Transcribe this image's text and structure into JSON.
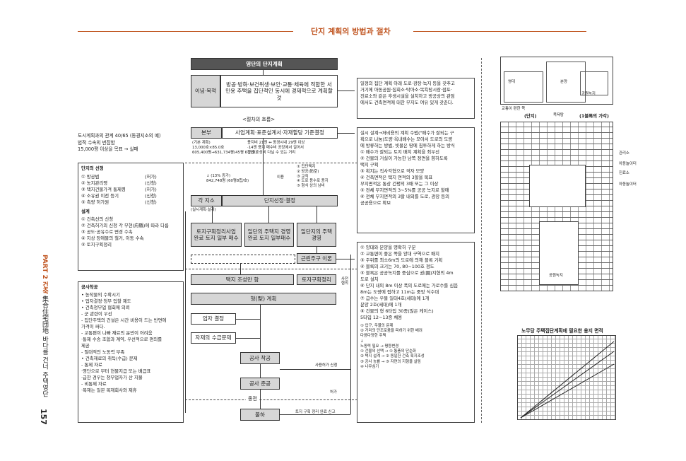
{
  "header": {
    "title": "단지 계획의 방법과 절차"
  },
  "sidebar": {
    "part": "PART 2 건축",
    "subtitle": "集合住宅団地 바다를 건너 주택영단",
    "page": "157"
  },
  "flow": {
    "top_title": "영단의 단지계획",
    "ideal_label": "이념·목적",
    "ideal_text": "방공·방화·보건위생·보안·교통·체육에 적합한 서민용 주택을 집단적인 동시에 경제적으로 계획할 것",
    "process_label": "<절차의 흐름>",
    "hq": "본부",
    "hq_work": "사업계획·표준설계서·자재할당 기준결정",
    "branch": "각 지소",
    "branch_note": "(실시계획·설계)",
    "site": "단지선정·결정",
    "col1": "토지구획정리사업 완료 토지 일부 매수",
    "col2": "일단의 주택지 경영 완료 토지 일부매수",
    "col3": "일단지의 주택 경영",
    "near": "근린주구 이론",
    "develop": "택지 조성만 함",
    "readjust": "토지구획정리",
    "plan": "형(型) 계획",
    "sub_decide": "업자 결정",
    "materials": "자재의 수급문제",
    "start": "공사 착공",
    "complete": "공사 준공",
    "end": "종전",
    "sale": "불하",
    "side_note": "사전 협의",
    "start_permit": "사용허가 신청",
    "permit": "허가",
    "report": "토지 구획 정리 완료 신고",
    "sm_top": [
      "(기본 계획)",
      "13,000호×85.0호",
      "605,400평→631,734평(45평 6합/호)"
    ],
    "sm_mid": [
      "용지비 21엔 ↔ 동경시내 29엔 이상",
      "·14엔 용지 매수비   공장에서 걸어서",
      "·7엔 조성비            다닐 수 있는 거리"
    ],
    "sm_inc": [
      "↓ (13% 증가)",
      "842,748평 (60평8합/호)"
    ],
    "sm_right": [
      "① 집단택지",
      "② 방공(防空)",
      "③ 교직",
      "④ 도로 용수로 용지",
      "⑤ 형식 상의 남비"
    ],
    "sm_use": "이용"
  },
  "left": {
    "top": [
      "도시계획과의 관계 40/65 (동경지소의 예)",
      "법적 수속의 번잡함",
      "15,000평 이상을 목표 → 실패"
    ],
    "select_title": "단지의 선정",
    "select_items": [
      {
        "t": "① 방공법",
        "v": "(허가)"
      },
      {
        "t": "② 농지관리령",
        "v": "(신청)"
      },
      {
        "t": "③ 택지건물가격 통제령",
        "v": "(허가)"
      },
      {
        "t": "④ 소유권 이전 등기",
        "v": "(신청)"
      },
      {
        "t": "⑤ 측량 허가원",
        "v": "(신청)"
      }
    ],
    "design_title": "설계",
    "design_items": [
      "① 건축선의 신청",
      "② 건축허가의 신청 각 부현(府縣)에 따라 다름",
      "③ 공도·공유수로 변경 수속",
      "④ 지상 장애물의 철거, 이동 수속",
      "⑤ 토지구획정리"
    ],
    "work_title": "공사착공",
    "work_items": [
      "• 농작물의 수확시기",
      "• 업자결정·청부 입찰 제도",
      "• 건축청부업 협회에 의뢰",
      "- 군 관련이 우선",
      "- 집단주택의 건설은 시간 비용이 드는 반면에",
      "  가격이 싸다.",
      "- 교통편이 나빠 재료의 운반이 어려움",
      "  ·통제 수송 조합과 계약, 우선적으로 편의를",
      "  제공",
      "- 절대적인 노동력 부족",
      "• 건축재료의 취득(수급) 문제",
      "- 통제 자료",
      "  ·영단으로 부터 현물지급 또는 배급표",
      "  ·급한 경우는 청부업자가 산 지불",
      "- 비통제 자료",
      "  ·목재는 일본 목재회사와 제휴"
    ]
  },
  "right": {
    "note1": [
      "일정의 집단 계획 아래 도로·광장·녹지 등을 갖추고",
      "거기에 아동공원·집회소·탁아소·목욕탕시장·점포·",
      "진료소와 같은 후생시설을 설치하고 방공상의 관점",
      "에서도 건축면적에 대한 부지도 여유 있게 갖춘다."
    ],
    "note2": [
      "실시 설계→저비용의 계획 수법(\"배수가 잘되는 구",
      "획으로 나눔)도량·옥내배수는 모아서 도로의 도량",
      "에 방류하는 방법, 빗물은 땅에 침투하게 하는 방식",
      "① 배수가 잘되는 토지 배치 계획을 최우선",
      "② 건물의 거실이 가능한 남쪽 정면을 향하도록",
      "   택지 구획",
      "③ 획지는 직사각형으로 격자 모양",
      "④ 건축면적은 택지 면적의 3할을 목표",
      "   부지면적은 통상 건평의 3배 또는 그 이상",
      "⑤ 전체 부지면적의 3~5%를 공공 녹지로 할애",
      "⑥ 전체 부지면적의 3할 내외를 도로, 광장 등의",
      "   공공용으로 확보"
    ],
    "note3": [
      "① 양대와 분양을 명확히 구분",
      "② 교통편이 좋은 쪽을 양대 구역으로 배치",
      "③ 주위를 최소6m의 도로에 의해 블록 기획",
      "④ 블록의 크기는 70, 80~100호 정도",
      "⑤ 블록은 공공녹지를 중심으로 권(圈)지형의 4m",
      "   도로 설치",
      "⑥ 단지 내의 8m 이상 폭의 도로에는 가로수를 심음",
      "   8m는 도량에 접하고 11m는 중앙 식수대",
      "⑦ 급수는 우물 일대4호(세대)에 1개",
      "   분양 2호(세대)에 1개",
      "⑧ 건물의 형 6타입 30종(많은 케이스)",
      "   5타입 12~13종 채용"
    ],
    "note3_small": [
      "① 입구, 우물의 문제",
      "② 거리의 단조로움을 피하기 위한 배려",
      "",
      "다음다양한 주택",
      "↓",
      "노동력 필요    → 평등변경",
      "① 건물의 선택 → ① 통풍의 단순화",
      "② 택지 설계    → ② 동일한 건축 획지조성",
      "③ 공사 능률    → ③ 자연의 지형을 살림",
      "                      ④ 나무심기"
    ]
  },
  "maps": {
    "m1_a": "영대",
    "m1_b": "분양",
    "m1_c": "공원녹지",
    "m1_label": "교통이 편한 쪽",
    "m2_label_a": "(단지)",
    "m2_label_b": "목욕탕",
    "m2_label_c": "(1블록의 가각)",
    "m2_side": [
      "관리소",
      "아동놀이터",
      "진료소",
      "아동놀이터"
    ],
    "m2_center": "공원녹지",
    "graph_title": "노무당 주택집단계획에 필요한 용지 면적"
  }
}
